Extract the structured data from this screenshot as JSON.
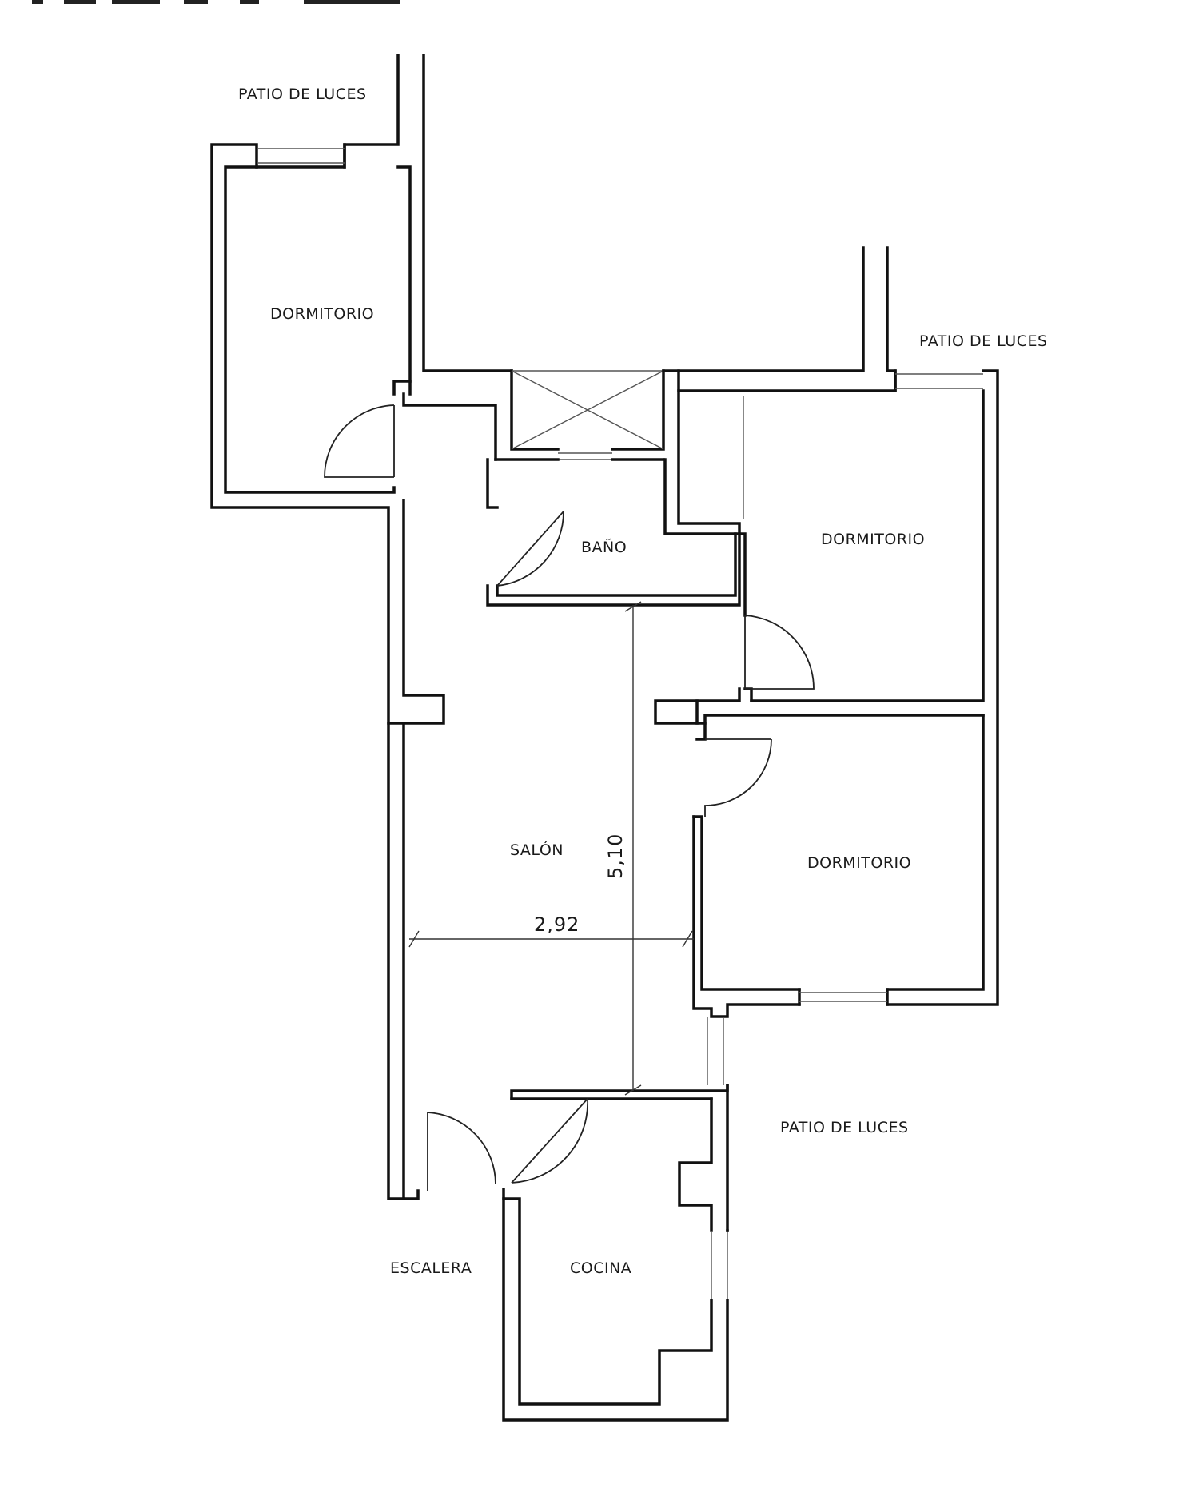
{
  "header": {
    "cut_title": ""
  },
  "rooms": {
    "dormitorio_1": "DORMITORIO",
    "dormitorio_2": "DORMITORIO",
    "dormitorio_3": "DORMITORIO",
    "bano": "BAÑO",
    "salon": "SALÓN",
    "cocina": "COCINA",
    "escalera": "ESCALERA",
    "patio_1": "PATIO DE LUCES",
    "patio_2": "PATIO DE LUCES",
    "patio_3": "PATIO DE LUCES"
  },
  "dimensions": {
    "salon_width": "2,92",
    "salon_length": "5,10"
  },
  "colors": {
    "line": "#111111",
    "background": "#ffffff"
  }
}
